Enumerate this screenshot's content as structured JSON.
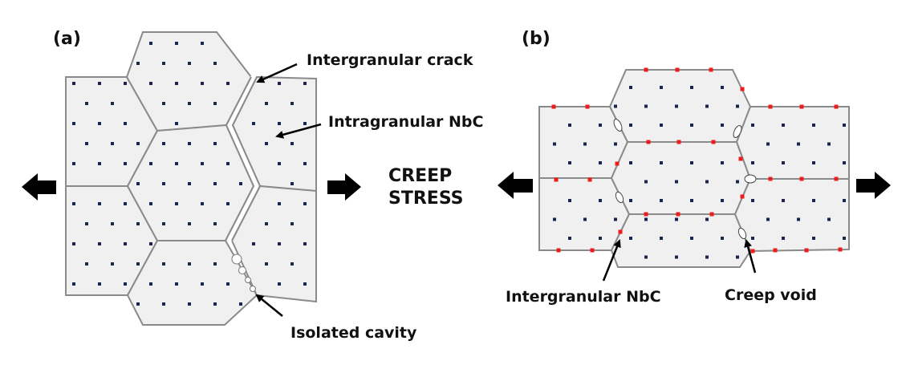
{
  "panels": {
    "a": {
      "label": "(a)",
      "annotations": {
        "crack": "Intergranular crack",
        "intra": "Intragranular NbC",
        "cavity": "Isolated cavity"
      }
    },
    "b": {
      "label": "(b)",
      "annotations": {
        "inter": "Intergranular NbC",
        "void": "Creep void"
      }
    }
  },
  "stress_label": [
    "CREEP",
    "STRESS"
  ],
  "colors": {
    "grain_fill": "#f0f0f0",
    "boundary": "#8a8a8a",
    "intragranular_precipitate": "#1a2550",
    "intergranular_precipitate": "#ee1c1c",
    "arrow": "#000000"
  }
}
